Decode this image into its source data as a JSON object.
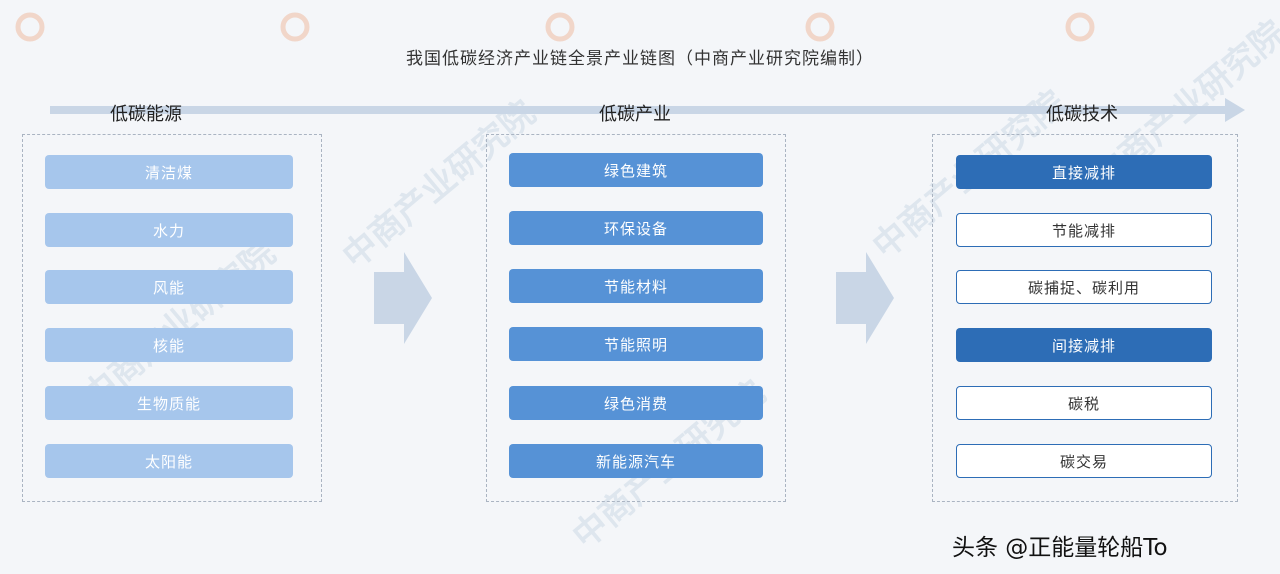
{
  "title": "我国低碳经济产业链全景产业链图（中商产业研究院编制）",
  "columns": [
    {
      "header": "低碳能源",
      "items": [
        "清洁煤",
        "水力",
        "风能",
        "核能",
        "生物质能",
        "太阳能"
      ]
    },
    {
      "header": "低碳产业",
      "items": [
        "绿色建筑",
        "环保设备",
        "节能材料",
        "节能照明",
        "绿色消费",
        "新能源汽车"
      ]
    },
    {
      "header": "低碳技术",
      "items": [
        "直接减排",
        "节能减排",
        "碳捕捉、碳利用",
        "间接减排",
        "碳税",
        "碳交易"
      ]
    }
  ],
  "watermark": "中商产业研究院",
  "credit": "头条 @正能量轮船To",
  "colors": {
    "light_box": "#a6c6ec",
    "mid_box": "#5692d6",
    "dark_box": "#2d6db6",
    "arrow": "#c9d6e6"
  }
}
